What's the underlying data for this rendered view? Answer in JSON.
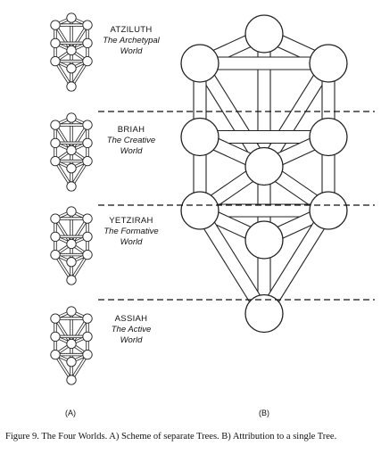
{
  "worlds": [
    {
      "name": "ATZILUTH",
      "desc_line1": "The Archetypal",
      "desc_line2": "World"
    },
    {
      "name": "BRIAH",
      "desc_line1": "The Creative",
      "desc_line2": "World"
    },
    {
      "name": "YETZIRAH",
      "desc_line1": "The Formative",
      "desc_line2": "World"
    },
    {
      "name": "ASSIAH",
      "desc_line1": "The Active",
      "desc_line2": "World"
    }
  ],
  "part_labels": {
    "a": "(A)",
    "b": "(B)"
  },
  "caption": "Figure 9.  The Four Worlds. A) Scheme of separate Trees. B) Attribution to a single Tree."
}
